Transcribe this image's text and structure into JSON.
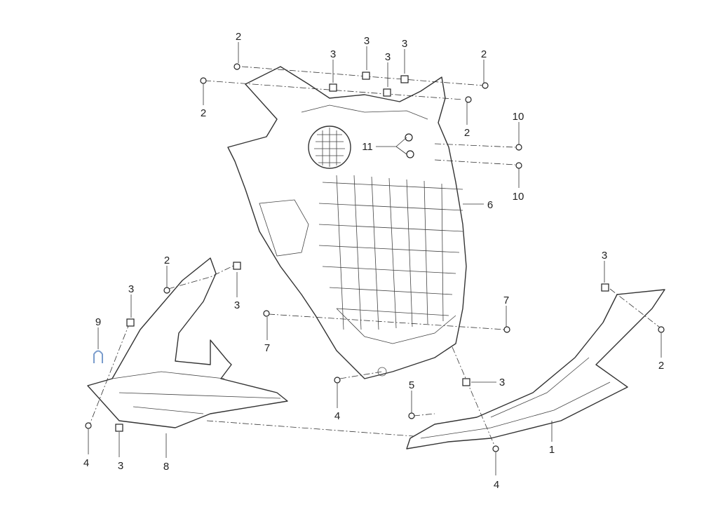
{
  "diagram": {
    "title": "Front lower cover exploded parts diagram",
    "callouts": [
      {
        "id": "c1",
        "text": "2"
      },
      {
        "id": "c2",
        "text": "2"
      },
      {
        "id": "c3",
        "text": "3"
      },
      {
        "id": "c4",
        "text": "3"
      },
      {
        "id": "c5",
        "text": "3"
      },
      {
        "id": "c6",
        "text": "3"
      },
      {
        "id": "c7",
        "text": "2"
      },
      {
        "id": "c8",
        "text": "2"
      },
      {
        "id": "c9",
        "text": "10"
      },
      {
        "id": "c10",
        "text": "11"
      },
      {
        "id": "c11",
        "text": "10"
      },
      {
        "id": "c12",
        "text": "6"
      },
      {
        "id": "c13",
        "text": "2"
      },
      {
        "id": "c14",
        "text": "3"
      },
      {
        "id": "c15",
        "text": "3"
      },
      {
        "id": "c16",
        "text": "9"
      },
      {
        "id": "c17",
        "text": "3"
      },
      {
        "id": "c18",
        "text": "7"
      },
      {
        "id": "c19",
        "text": "7"
      },
      {
        "id": "c20",
        "text": "2"
      },
      {
        "id": "c21",
        "text": "3"
      },
      {
        "id": "c22",
        "text": "5"
      },
      {
        "id": "c23",
        "text": "4"
      },
      {
        "id": "c24",
        "text": "1"
      },
      {
        "id": "c25",
        "text": "4"
      },
      {
        "id": "c26",
        "text": "3"
      },
      {
        "id": "c27",
        "text": "8"
      },
      {
        "id": "c28",
        "text": "4"
      }
    ],
    "colors": {
      "line": "#333333",
      "clip_highlight": "#7a9ccc"
    }
  }
}
